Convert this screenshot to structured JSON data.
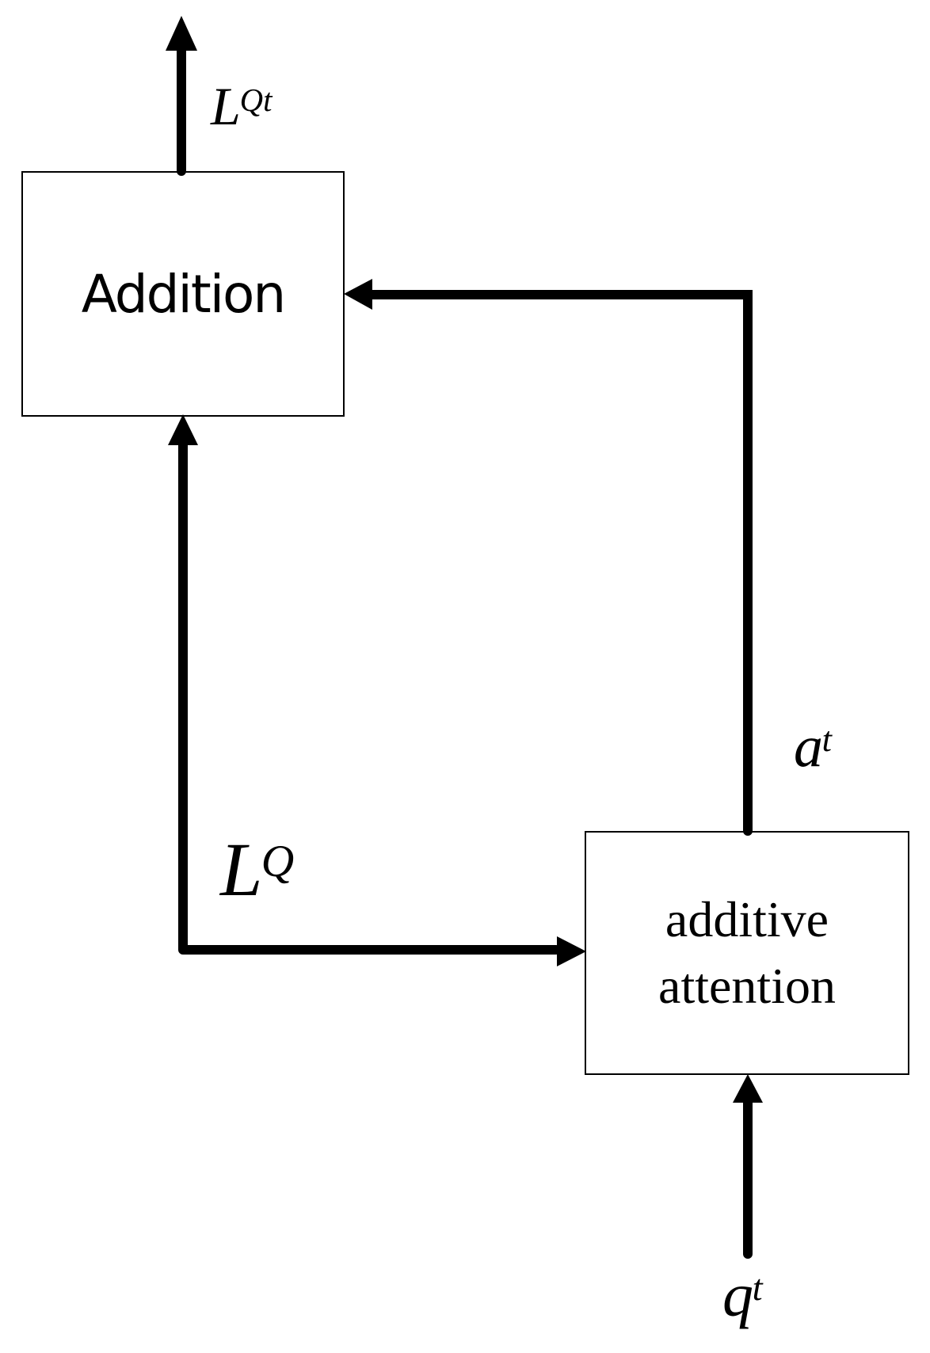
{
  "page": {
    "background": "#ffffff",
    "ink": "#000000"
  },
  "nodes": {
    "addition": {
      "label": "Addition"
    },
    "additive_attention": {
      "label": "additive attention"
    }
  },
  "labels": {
    "output": {
      "base": "L",
      "sup": "Qt"
    },
    "memory": {
      "base": "L",
      "sup": "Q"
    },
    "attention_result": {
      "base": "a",
      "sup": "t"
    },
    "query": {
      "base": "q",
      "sup": "t"
    }
  },
  "edges": [
    {
      "from": "addition",
      "to": "output (top)",
      "label": "L^Qt"
    },
    {
      "from": "L^Q source",
      "to": "addition (bottom)",
      "label": "L^Q"
    },
    {
      "from": "L^Q source",
      "to": "additive_attention (left)",
      "label": "L^Q"
    },
    {
      "from": "additive_attention",
      "to": "addition (right)",
      "label": "a^t"
    },
    {
      "from": "query input (bottom)",
      "to": "additive_attention (bottom)",
      "label": "q^t"
    }
  ]
}
